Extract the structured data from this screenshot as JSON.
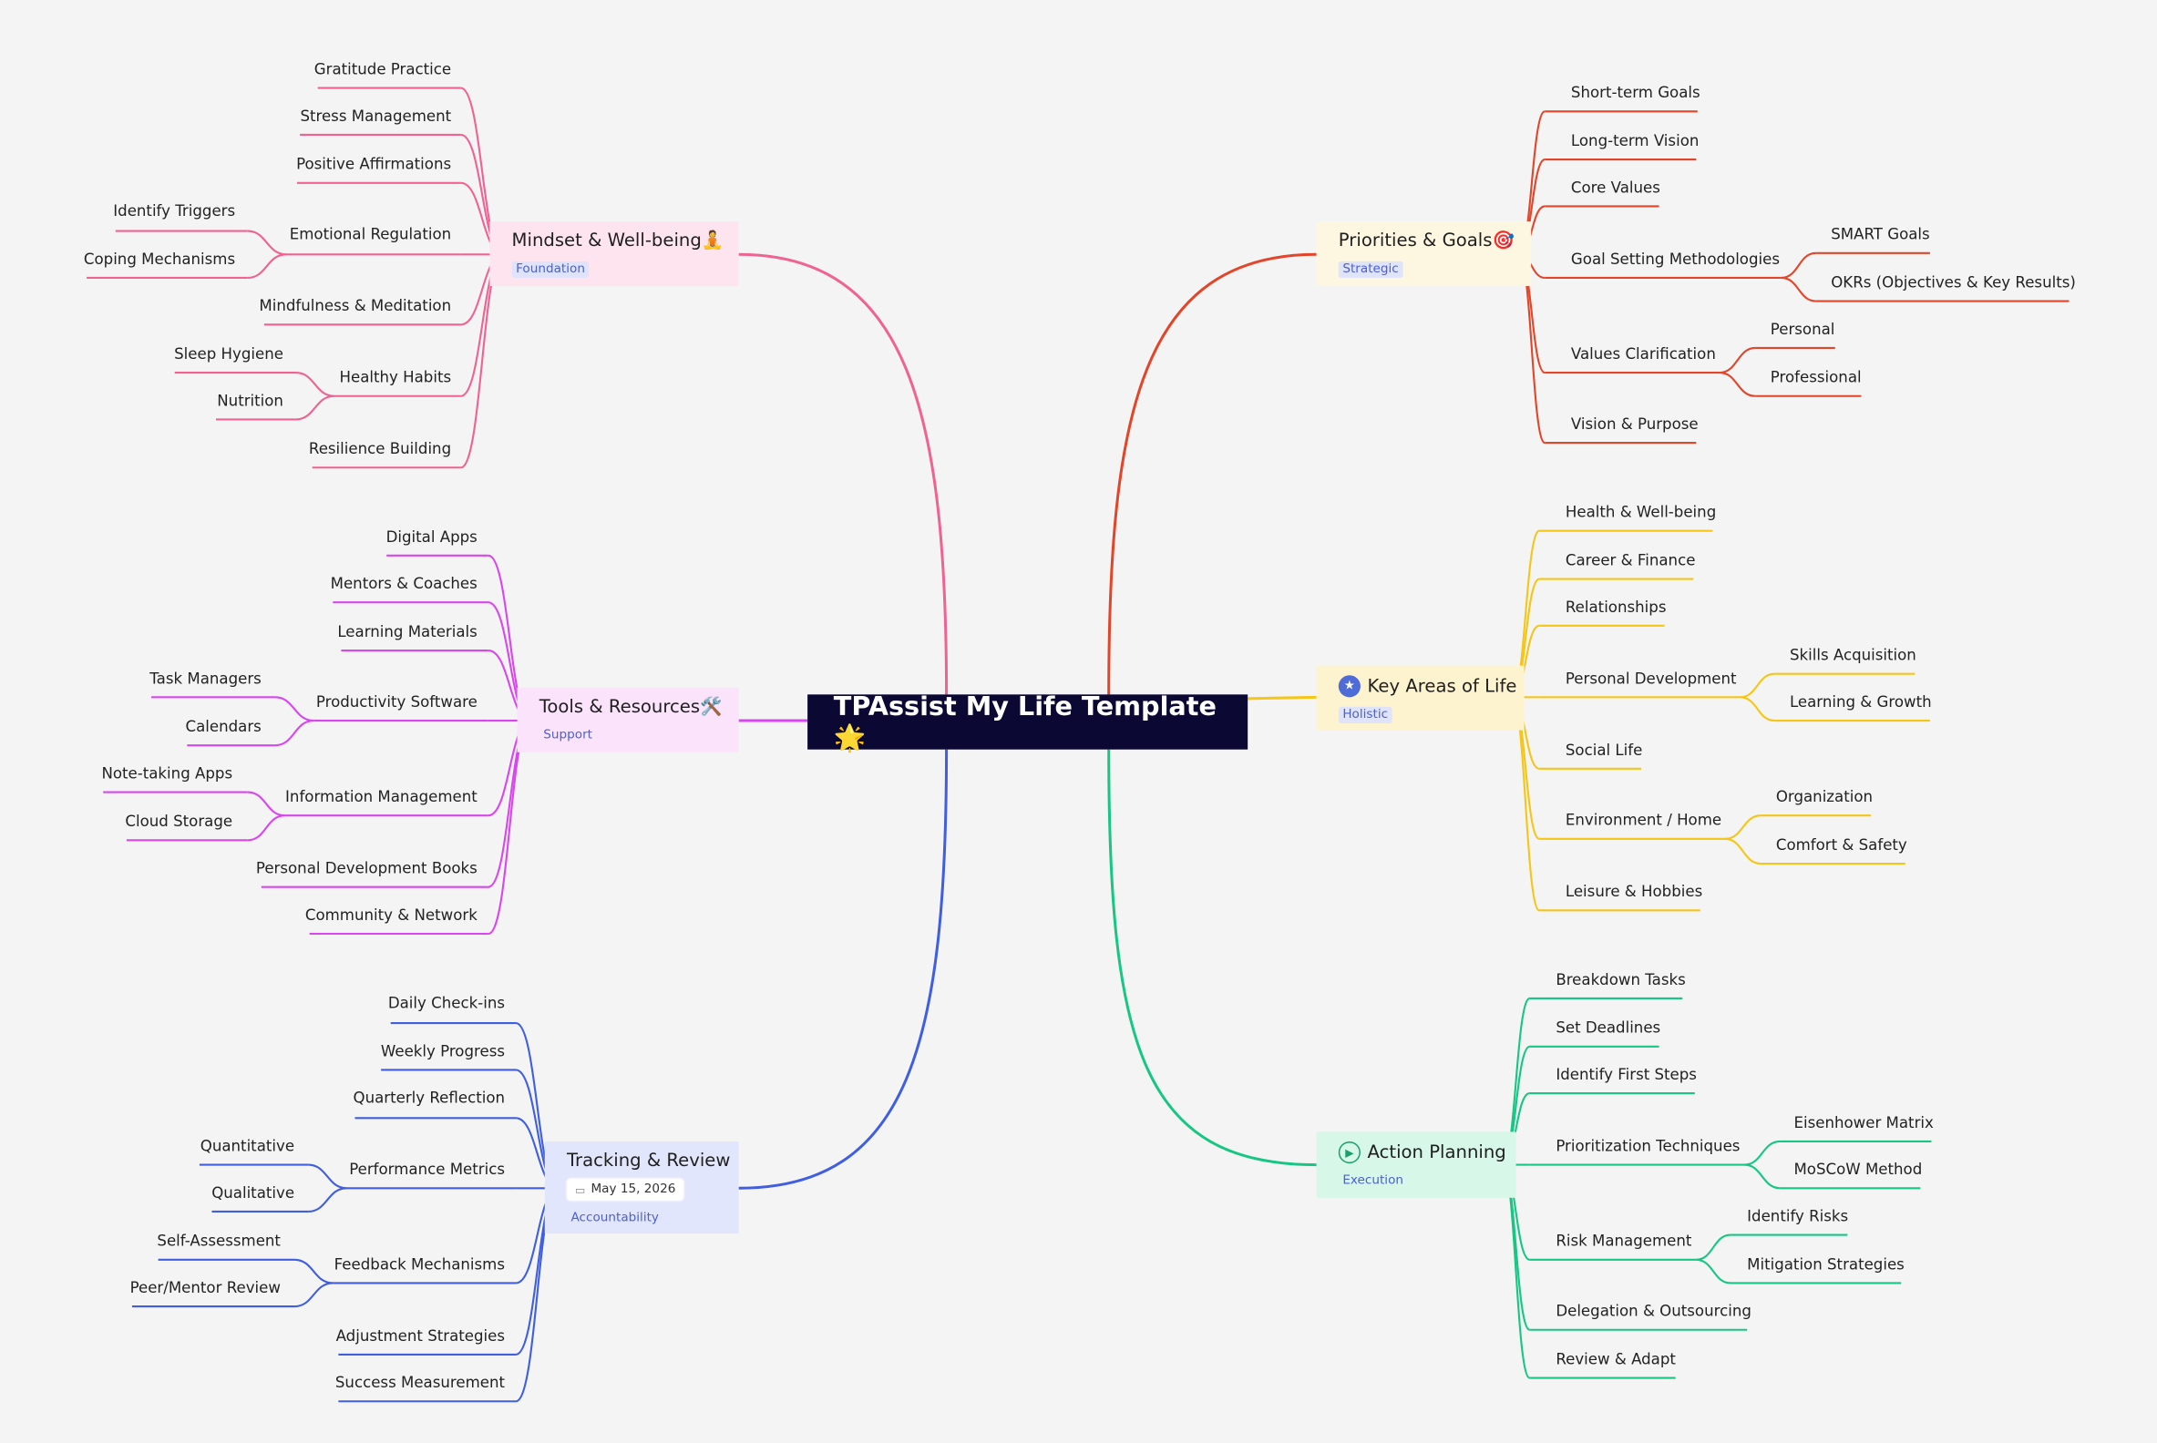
{
  "central": {
    "title": "TPAssist My Life Template🌟",
    "color": "#0b0834"
  },
  "branches": {
    "mindset": {
      "title": "Mindset & Well-being🧘",
      "tag": "Foundation",
      "color": "#f06292",
      "fill": "#fde4ef",
      "children": [
        {
          "label": "Gratitude Practice"
        },
        {
          "label": "Stress Management"
        },
        {
          "label": "Positive Affirmations"
        },
        {
          "label": "Emotional Regulation",
          "children": [
            {
              "label": "Identify Triggers"
            },
            {
              "label": "Coping Mechanisms"
            }
          ]
        },
        {
          "label": "Mindfulness & Meditation"
        },
        {
          "label": "Healthy Habits",
          "children": [
            {
              "label": "Sleep Hygiene"
            },
            {
              "label": "Nutrition"
            }
          ]
        },
        {
          "label": "Resilience Building"
        }
      ]
    },
    "tools": {
      "title": "Tools & Resources🛠️",
      "tag": "Support",
      "color": "#d946ef",
      "fill": "#fbe3fb",
      "children": [
        {
          "label": "Digital Apps"
        },
        {
          "label": "Mentors & Coaches"
        },
        {
          "label": "Learning Materials"
        },
        {
          "label": "Productivity Software",
          "children": [
            {
              "label": "Task Managers"
            },
            {
              "label": "Calendars"
            }
          ]
        },
        {
          "label": "Information Management",
          "children": [
            {
              "label": "Note-taking Apps"
            },
            {
              "label": "Cloud Storage"
            }
          ]
        },
        {
          "label": "Personal Development Books"
        },
        {
          "label": "Community & Network"
        }
      ]
    },
    "tracking": {
      "title": "Tracking & Review",
      "date": "May 15, 2026",
      "tag": "Accountability",
      "color": "#3f5ee0",
      "fill": "#e2e6fc",
      "children": [
        {
          "label": "Daily Check-ins"
        },
        {
          "label": "Weekly Progress"
        },
        {
          "label": "Quarterly Reflection"
        },
        {
          "label": "Performance Metrics",
          "children": [
            {
              "label": "Quantitative"
            },
            {
              "label": "Qualitative"
            }
          ]
        },
        {
          "label": "Feedback Mechanisms",
          "children": [
            {
              "label": "Self-Assessment"
            },
            {
              "label": "Peer/Mentor Review"
            }
          ]
        },
        {
          "label": "Adjustment Strategies"
        },
        {
          "label": "Success Measurement"
        }
      ]
    },
    "priorities": {
      "title": "Priorities & Goals🎯",
      "tag": "Strategic",
      "color": "#e2452a",
      "fill": "#fdf6e0",
      "children": [
        {
          "label": "Short-term Goals"
        },
        {
          "label": "Long-term Vision"
        },
        {
          "label": "Core Values"
        },
        {
          "label": "Goal Setting Methodologies",
          "children": [
            {
              "label": "SMART Goals"
            },
            {
              "label": "OKRs (Objectives & Key Results)"
            }
          ]
        },
        {
          "label": "Values Clarification",
          "children": [
            {
              "label": "Personal"
            },
            {
              "label": "Professional"
            }
          ]
        },
        {
          "label": "Vision & Purpose"
        }
      ]
    },
    "areas": {
      "title": "Key Areas of Life",
      "tag": "Holistic",
      "color": "#f5c518",
      "fill": "#fdf3cf",
      "children": [
        {
          "label": "Health & Well-being"
        },
        {
          "label": "Career & Finance"
        },
        {
          "label": "Relationships"
        },
        {
          "label": "Personal Development",
          "children": [
            {
              "label": "Skills Acquisition"
            },
            {
              "label": "Learning & Growth"
            }
          ]
        },
        {
          "label": "Social Life"
        },
        {
          "label": "Environment / Home",
          "children": [
            {
              "label": "Organization"
            },
            {
              "label": "Comfort & Safety"
            }
          ]
        },
        {
          "label": "Leisure & Hobbies"
        }
      ]
    },
    "action": {
      "title": "Action Planning",
      "tag": "Execution",
      "color": "#16c784",
      "fill": "#d7f7e8",
      "children": [
        {
          "label": "Breakdown Tasks"
        },
        {
          "label": "Set Deadlines"
        },
        {
          "label": "Identify First Steps"
        },
        {
          "label": "Prioritization Techniques",
          "children": [
            {
              "label": "Eisenhower Matrix"
            },
            {
              "label": "MoSCoW Method"
            }
          ]
        },
        {
          "label": "Risk Management",
          "children": [
            {
              "label": "Identify Risks"
            },
            {
              "label": "Mitigation Strategies"
            }
          ]
        },
        {
          "label": "Delegation & Outsourcing"
        },
        {
          "label": "Review & Adapt"
        }
      ]
    }
  }
}
